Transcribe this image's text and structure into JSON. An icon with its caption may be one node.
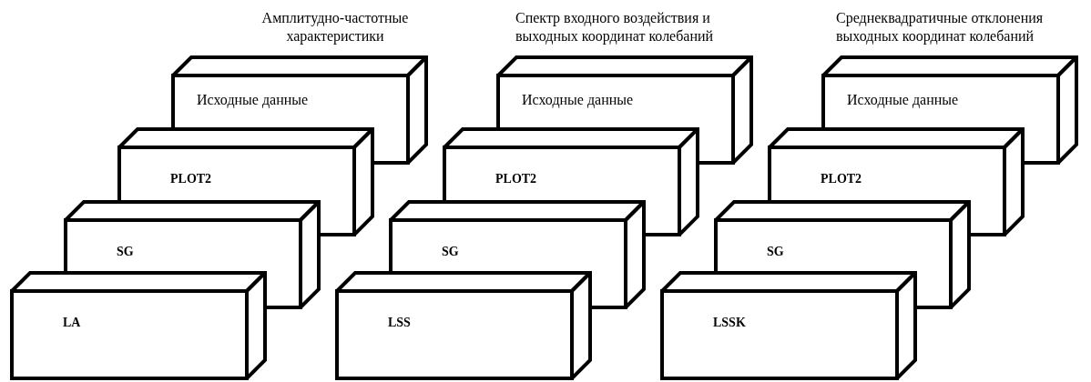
{
  "diagram": {
    "nodes": [
      {
        "text": [
          "Исходные данные"
        ]
      },
      {
        "text": [
          "PLOT2"
        ]
      },
      {
        "text": [
          "SG"
        ]
      },
      {
        "text": [
          "LA"
        ]
      },
      {
        "text": [
          "Исходные данные"
        ]
      },
      {
        "text": [
          "PLOT2"
        ]
      },
      {
        "text": [
          "SG"
        ]
      },
      {
        "text": [
          "LSS"
        ]
      },
      {
        "text": [
          "Исходные данные"
        ]
      },
      {
        "text": [
          "PLOT2"
        ]
      },
      {
        "text": [
          "SG"
        ]
      },
      {
        "text": [
          "LSSK"
        ]
      }
    ],
    "labels": [
      "Амплитудно-частотные характеристики",
      "Спектр входного воздействия и выходных координат колебаний",
      "Среднеквадратичные отклонения выходных координат колебаний"
    ]
  }
}
